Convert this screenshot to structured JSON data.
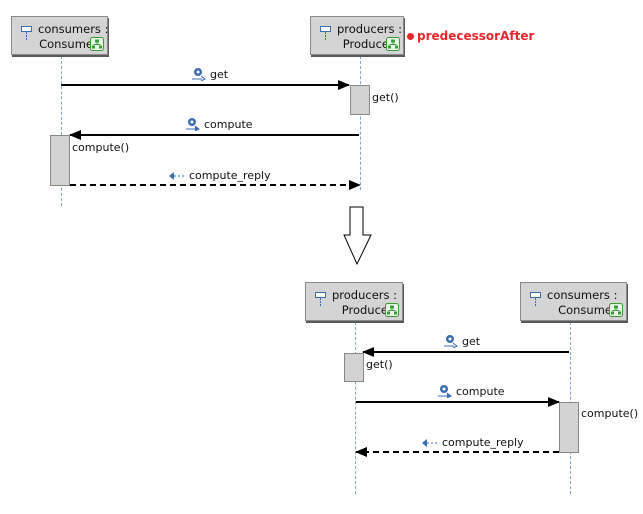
{
  "diagrams": {
    "before": {
      "lifelines": [
        {
          "id": "consumers",
          "name": "consumers :",
          "type": "Consume"
        },
        {
          "id": "producers",
          "name": "producers :",
          "type": "Produce"
        }
      ],
      "messages": [
        {
          "label": "get",
          "kind": "call",
          "from": "consumers",
          "to": "producers",
          "operation": "get()"
        },
        {
          "label": "compute",
          "kind": "call",
          "from": "producers",
          "to": "consumers",
          "operation": "compute()"
        },
        {
          "label": "compute_reply",
          "kind": "reply",
          "from": "consumers",
          "to": "producers"
        }
      ],
      "annotation": {
        "text": "predecessorAfter",
        "color": "#e8262a",
        "target": "producers"
      }
    },
    "after": {
      "lifelines": [
        {
          "id": "producers",
          "name": "producers :",
          "type": "Produce"
        },
        {
          "id": "consumers",
          "name": "consumers :",
          "type": "Consume"
        }
      ],
      "messages": [
        {
          "label": "get",
          "kind": "call",
          "from": "consumers",
          "to": "producers",
          "operation": "get()"
        },
        {
          "label": "compute",
          "kind": "call",
          "from": "producers",
          "to": "consumers",
          "operation": "compute()"
        },
        {
          "label": "compute_reply",
          "kind": "reply",
          "from": "consumers",
          "to": "producers"
        }
      ]
    }
  },
  "transition_arrow": {
    "direction": "down",
    "icon": "hollow-down-arrow-icon"
  },
  "icons": {
    "lifeline": "lifeline-object-icon",
    "structure": "structure-hierarchy-icon",
    "call_message": "gear-message-icon",
    "reply_message": "reply-arrow-icon"
  },
  "colors": {
    "box_fill": "#d4d4d4",
    "lifeline_dash": "#7fa5d4",
    "annotation": "#e8262a",
    "icon_blue": "#3b6db3",
    "icon_green": "#3a9a3a"
  }
}
